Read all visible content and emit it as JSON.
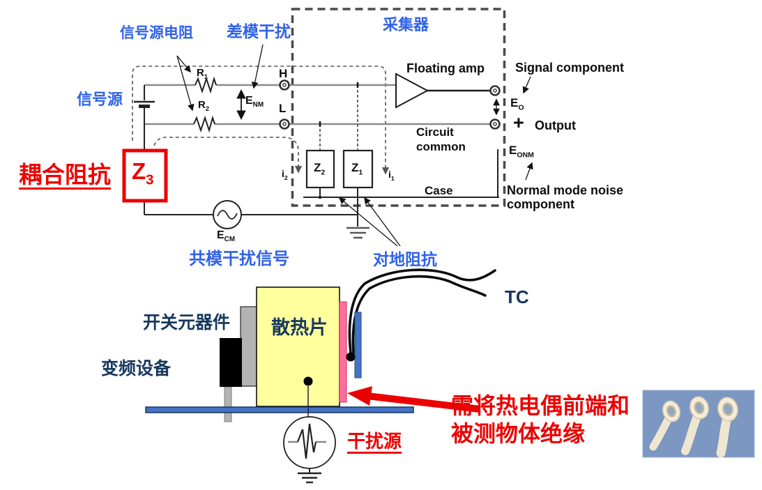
{
  "colors": {
    "label_blue": "#2f62e8",
    "navy": "#17375d",
    "accent_red": "#ee0000",
    "heatsink_yellow": "#ffff9e",
    "board_blue": "#4472c4",
    "insulation_pink": "#ff6d9d",
    "tape_photo_bg": "#7b97c2"
  },
  "circuit": {
    "collector_label": "采集器",
    "signal_source": "信号源",
    "source_resistance": "信号源电阻",
    "diff_mode_noise": "差模干扰",
    "coupling_impedance": "耦合阻抗",
    "common_mode_signal": "共模干扰信号",
    "ground_impedance": "对地阻抗",
    "floating_amp": "Floating amp",
    "signal_component": "Signal component",
    "plus": "+",
    "output": "Output",
    "circuit_common": [
      "Circuit",
      "common"
    ],
    "case": "Case",
    "normal_mode_noise": [
      "Normal mode noise",
      "component"
    ],
    "h": "H",
    "l": "L",
    "sym": {
      "r1": {
        "b": "R",
        "s": "1"
      },
      "r2": {
        "b": "R",
        "s": "2"
      },
      "enm": {
        "b": "E",
        "s": "NM"
      },
      "eo": {
        "b": "E",
        "s": "O"
      },
      "eonm": {
        "b": "E",
        "s": "ONM"
      },
      "ecm": {
        "b": "E",
        "s": "CM"
      },
      "z1": {
        "b": "Z",
        "s": "1"
      },
      "z2": {
        "b": "Z",
        "s": "2"
      },
      "z3": {
        "b": "Z",
        "s": "3"
      },
      "i1": {
        "b": "i",
        "s": "1"
      },
      "i2": {
        "b": "i",
        "s": "2"
      }
    }
  },
  "assembly": {
    "switching_component": "开关元器件",
    "inverter_device": "变频设备",
    "heat_sink": "散热片",
    "tc_label": "TC",
    "noise_source": "干扰源",
    "note": [
      "需将热电偶前端和",
      "被测物体绝缘"
    ]
  }
}
